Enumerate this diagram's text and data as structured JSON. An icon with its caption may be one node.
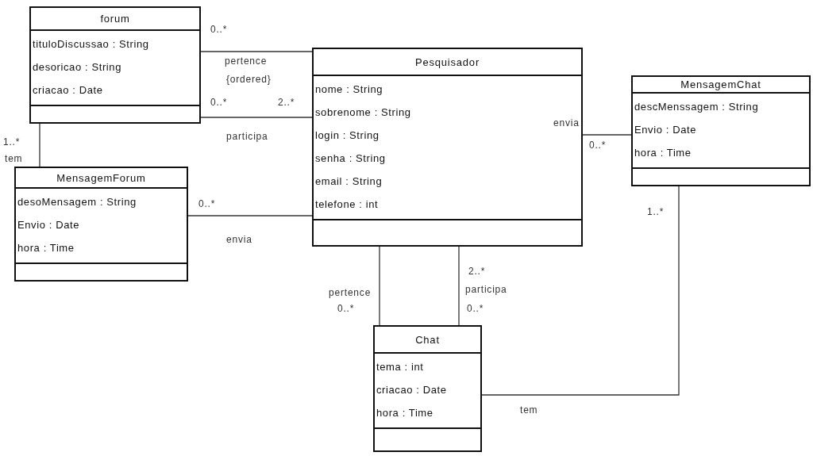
{
  "diagram": {
    "nodes": [
      {
        "text": [
          "forum",
          "tituloDiscussao : String",
          "desoricao : String",
          "criacao : Date"
        ]
      },
      {
        "text": [
          "Pesquisador",
          "nome : String",
          "sobrenome : String",
          "login : String",
          "senha : String",
          "email : String",
          "telefone : int"
        ]
      },
      {
        "text": [
          "MensagemChat",
          "descMenssagem : String",
          "Envio : Date",
          "hora : Time"
        ]
      },
      {
        "text": [
          "MensagemForum",
          "desoMensagem : String",
          "Envio : Date",
          "hora : Time"
        ]
      },
      {
        "text": [
          "Chat",
          "tema : int",
          "criacao : Date",
          "hora : Time"
        ]
      }
    ],
    "edges": [
      {
        "from": 0,
        "to": 1,
        "arrow": "none",
        "label": "pertence"
      },
      {
        "from": 0,
        "to": 1,
        "arrow": "none",
        "label": "participa"
      },
      {
        "from": 0,
        "to": 3,
        "arrow": "none",
        "label": "tem"
      },
      {
        "from": 3,
        "to": 1,
        "arrow": "none",
        "label": "envia"
      },
      {
        "from": 1,
        "to": 2,
        "arrow": "none",
        "label": "envia"
      },
      {
        "from": 1,
        "to": 4,
        "arrow": "none",
        "label": "pertence"
      },
      {
        "from": 1,
        "to": 4,
        "arrow": "none",
        "label": "participa"
      },
      {
        "from": 4,
        "to": 2,
        "arrow": "none",
        "label": "tem"
      }
    ],
    "labels": [
      "0..*",
      "{ordered}",
      "0..*",
      "2..*",
      "1..*",
      "0..*",
      "0..*",
      "2..*",
      "0..*",
      "0..*",
      "1..*"
    ]
  }
}
